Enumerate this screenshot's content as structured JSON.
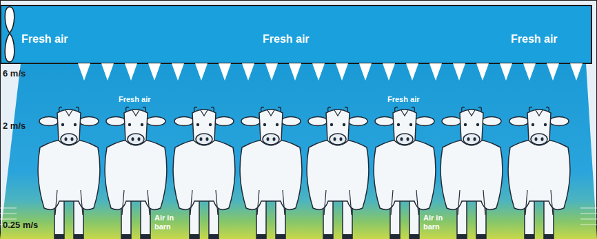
{
  "diagram": {
    "nodes": [
      {
        "text": [
          "Fresh air",
          "Fresh air",
          "Fresh air"
        ]
      }
    ],
    "labels": [
      "6 m/s",
      "2 m/s",
      "0.25 m/s",
      "Fresh air",
      "Fresh air",
      "Air in barn",
      "Air in barn"
    ]
  }
}
